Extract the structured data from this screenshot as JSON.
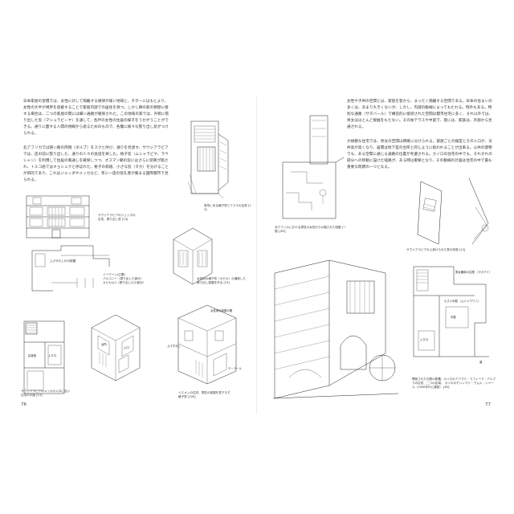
{
  "left_page": {
    "paragraph_1": "日本家屋の習慣では、女性に対して隔離する規律が緩い地域と、タターにはもとより、女性の大半が視界を遮蔽することで家屋内部での居住を保つ。しかし隣の家の側壁に接する場合は、二つの家屋の間には細い通路が確保された。この地域の家では、外側に張り出した窓（マシュラビーヤ）を通して、各戸の女性の住居の様子をうかがうことができる。通りに面する人間の視線から遮るためのもので、各層に様々な張り出し窓がつけられる。",
    "paragraph_2": "北アフリカでは狭い路の両側（ダルブ）をスクと呼び、通りを見渡す、サウジアラビアでは、店の前に張り出した、通りの人々の会話を楽しむ。格子窓（ムシャラビヤ、ラウシャン）を利用して住居の風通しを確保しつつ、オスマン朝の窓にはさらに装飾が施され、トルコ語ではキョシュクと呼ばれた。格子の枠組、小さな窓（タカ）を分けることが目的であり、これはジェッダやメッカなど、年に一度の巡礼者が集まる国際都市で見られる。",
    "folio": "76",
    "captions": {
      "facade": "サウジアラビアのジェッダの住宅、張り出し窓 [13]",
      "plan_upper": "上げすれし戸の配置",
      "plan_legend": "イーワーン(広間)\nバルコニー（張り出した部分）\nカピカ(小)（張り出しの小部分）",
      "plan_lower": "サウジアラビアのメッカの入口に近い住宅の平面 [13]",
      "sketch_top": "各所にある格子窓とテラスの出窓 [13]",
      "kiosk": "女性用の格子窓（カピカ）の増設した張り出し部屋を作る [13]",
      "isometric": "イエメンの住宅、男性の部屋を見下ろす格子窓 [100]"
    },
    "labels": {
      "stairs": "入り口",
      "reception": "応接室",
      "kitchen": "台所",
      "upper": "上げすれし",
      "terrace": "テーラール",
      "hall": "女性用の部屋の間",
      "gate": "入口"
    }
  },
  "right_page": {
    "paragraph_1": "女性や子供の空間とは、家族を客から、まったく隔離する空間である。日本の住まいの多くは、あまり大きくないが、しかし、内部の動線によってもたれる。例外もある。特別な通路（サタバール）で構造的に接続された空間は都市住宅に多く、それ以外では、男女はほとんど接触をもたない。その後テラスや中庭で、夜には、家族は、外部から見通される。",
    "paragraph_2": "大規模な住宅では、男女の空間は明確に分けられる。部屋ごとの寝室とその入口が、天井高が高くなり、居間は地下室の台所と同じように扱われることが出来る。公共の建物でも、ある空間に通じる通路の位置が考慮される。カイロの住宅の中でも、それぞれの部分への移動に設けた経路が、ある時は重要となり、その動線の計画は住宅の中で最も重要な問題の一つとなる。",
    "folio": "77",
    "captions": {
      "section": "北アフリカにおける男性の女性からの隠された回廊 (一般) [63]",
      "door": "サウジアラビアの上掛けられた窓の形態 [13]",
      "street": "",
      "plan": "開放された中庭の配置、カイロのアフマド・ラフィーク・アルマラの住宅、二つの区域。 カイロのモハンマド・ウムル・シャール（1950年代に建設） [63]"
    },
    "labels": {
      "upper_room": "男女兼用の広間\n（マカアド）",
      "lower_room": "小さい中庭\n（ムシャウワニ）",
      "court": "中庭",
      "entry": "入り口",
      "street": "道"
    }
  }
}
